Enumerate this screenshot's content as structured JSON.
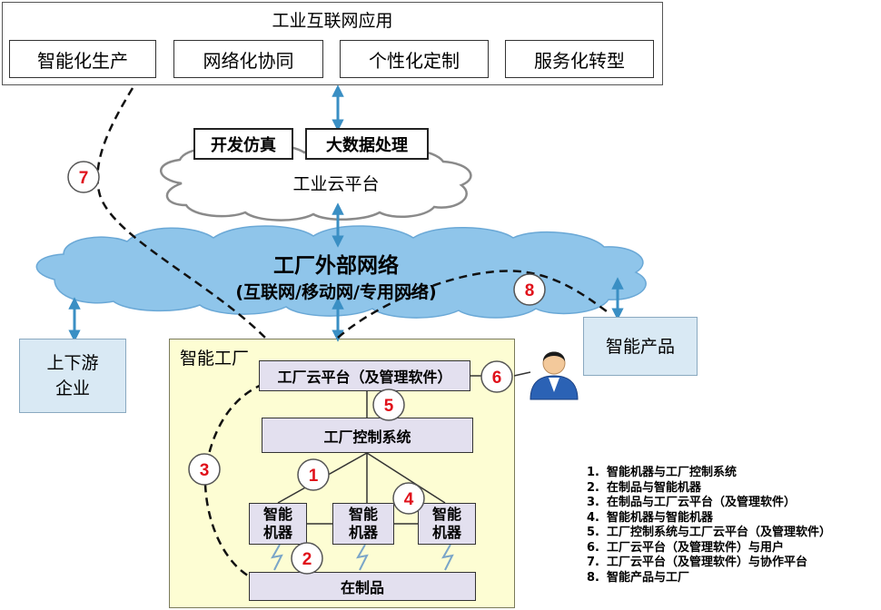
{
  "app_layer": {
    "title": "工业互联网应用",
    "items": [
      "智能化生产",
      "网络化协同",
      "个性化定制",
      "服务化转型"
    ]
  },
  "cloud_platform": {
    "tags": [
      "开发仿真",
      "大数据处理"
    ],
    "label": "工业云平台"
  },
  "external_network": {
    "title": "工厂外部网络",
    "subtitle": "(互联网/移动网/专用网络)"
  },
  "upstream": {
    "line1": "上下游",
    "line2": "企业"
  },
  "smart_product": "智能产品",
  "factory": {
    "title": "智能工厂",
    "cloud_platform": "工厂云平台（及管理软件）",
    "control_system": "工厂控制系统",
    "machines": [
      {
        "line1": "智能",
        "line2": "机器"
      },
      {
        "line1": "智能",
        "line2": "机器"
      },
      {
        "line1": "智能",
        "line2": "机器"
      }
    ],
    "wip": "在制品"
  },
  "markers": [
    "7",
    "8",
    "6",
    "5",
    "3",
    "1",
    "4",
    "2"
  ],
  "legend": [
    {
      "num": "1.",
      "text": "智能机器与工厂控制系统"
    },
    {
      "num": "2.",
      "text": "在制品与智能机器"
    },
    {
      "num": "3.",
      "text": "在制品与工厂云平台（及管理软件）"
    },
    {
      "num": "4.",
      "text": "智能机器与智能机器"
    },
    {
      "num": "5.",
      "text": "工厂控制系统与工厂云平台（及管理软件）"
    },
    {
      "num": "6.",
      "text": "工厂云平台（及管理软件）与用户"
    },
    {
      "num": "7.",
      "text": "工厂云平台（及管理软件）与协作平台"
    },
    {
      "num": "8.",
      "text": "智能产品与工厂"
    }
  ],
  "colors": {
    "arrow": "#3a8fc4",
    "marker_red": "#e0101a",
    "net_cloud": "#8fc5ea",
    "platform_cloud": "#ffffff",
    "factory_bg": "#fdfdd3",
    "box_purple": "#e3e0ef",
    "box_blue": "#d9e9f4"
  }
}
